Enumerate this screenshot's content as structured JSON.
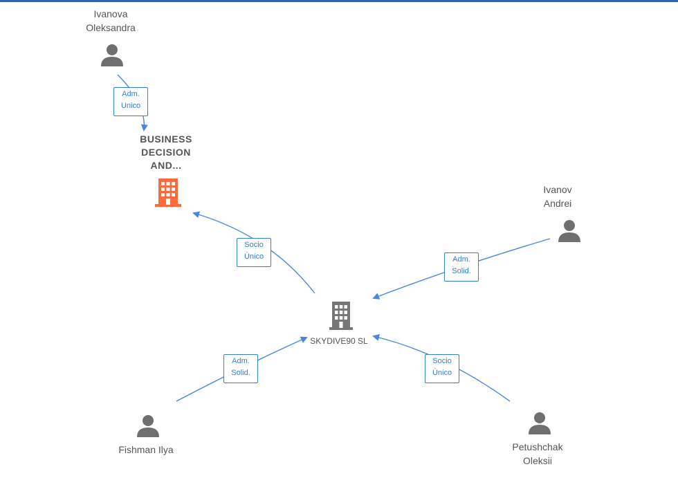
{
  "colors": {
    "edge": "#4a86dc",
    "person": "#6f6f6f",
    "company_main": "#ff6a3d",
    "company": "#777777",
    "accent_bar": "#2f63b3"
  },
  "nodes": {
    "ivanova": {
      "line1": "Ivanova",
      "line2": "Oleksandra",
      "icon": "person-icon"
    },
    "business": {
      "line1": "BUSINESS",
      "line2": "DECISION",
      "line3": "AND...",
      "icon": "building-icon"
    },
    "ivanov": {
      "line1": "Ivanov",
      "line2": "Andrei",
      "icon": "person-icon"
    },
    "skydive": {
      "label": "SKYDIVE90  SL",
      "icon": "building-icon"
    },
    "fishman": {
      "label": "Fishman Ilya",
      "icon": "person-icon"
    },
    "petushchak": {
      "line1": "Petushchak",
      "line2": "Oleksii",
      "icon": "person-icon"
    }
  },
  "edges": {
    "ivanova_business": {
      "line1": "Adm.",
      "line2": "Unico"
    },
    "skydive_business": {
      "line1": "Socio",
      "line2": "Único"
    },
    "ivanov_skydive": {
      "line1": "Adm.",
      "line2": "Solid."
    },
    "fishman_skydive": {
      "line1": "Adm.",
      "line2": "Solid."
    },
    "petushchak_skydive": {
      "line1": "Socio",
      "line2": "Único"
    }
  }
}
